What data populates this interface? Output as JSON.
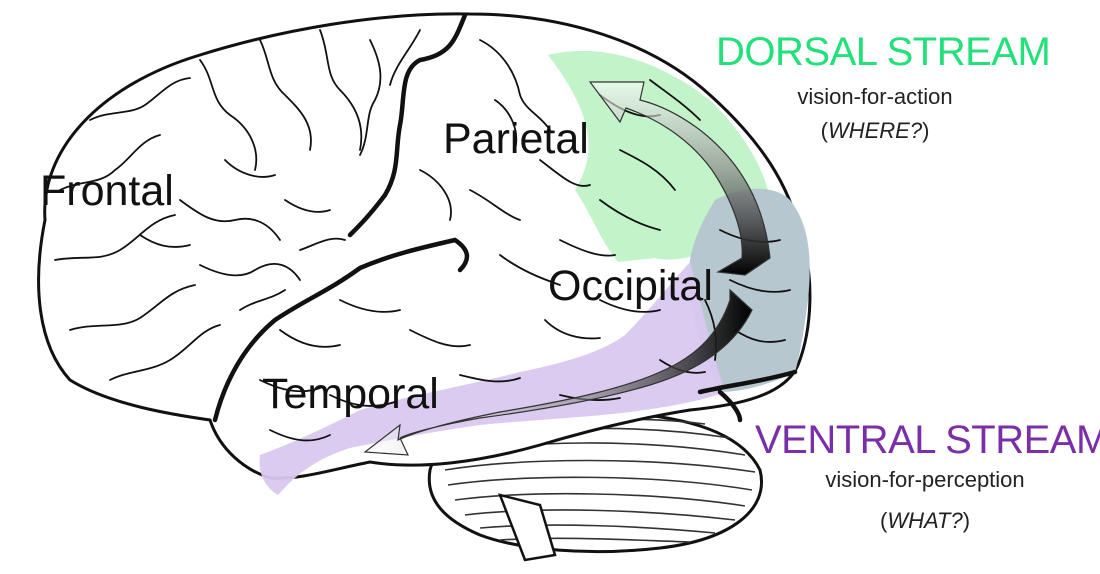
{
  "lobes": {
    "frontal": "Frontal",
    "parietal": "Parietal",
    "occipital": "Occipital",
    "temporal": "Temporal"
  },
  "dorsal": {
    "title": "DORSAL STREAM",
    "subtitle": "vision-for-action",
    "question": "WHERE?",
    "color": "#22e07a",
    "fill": "#bff2c6"
  },
  "ventral": {
    "title": "VENTRAL STREAM",
    "subtitle": "vision-for-perception",
    "question": "WHAT?",
    "color": "#7a2fa8",
    "fill": "#d9c8f0"
  },
  "occipital_fill": "#b7c7cf"
}
